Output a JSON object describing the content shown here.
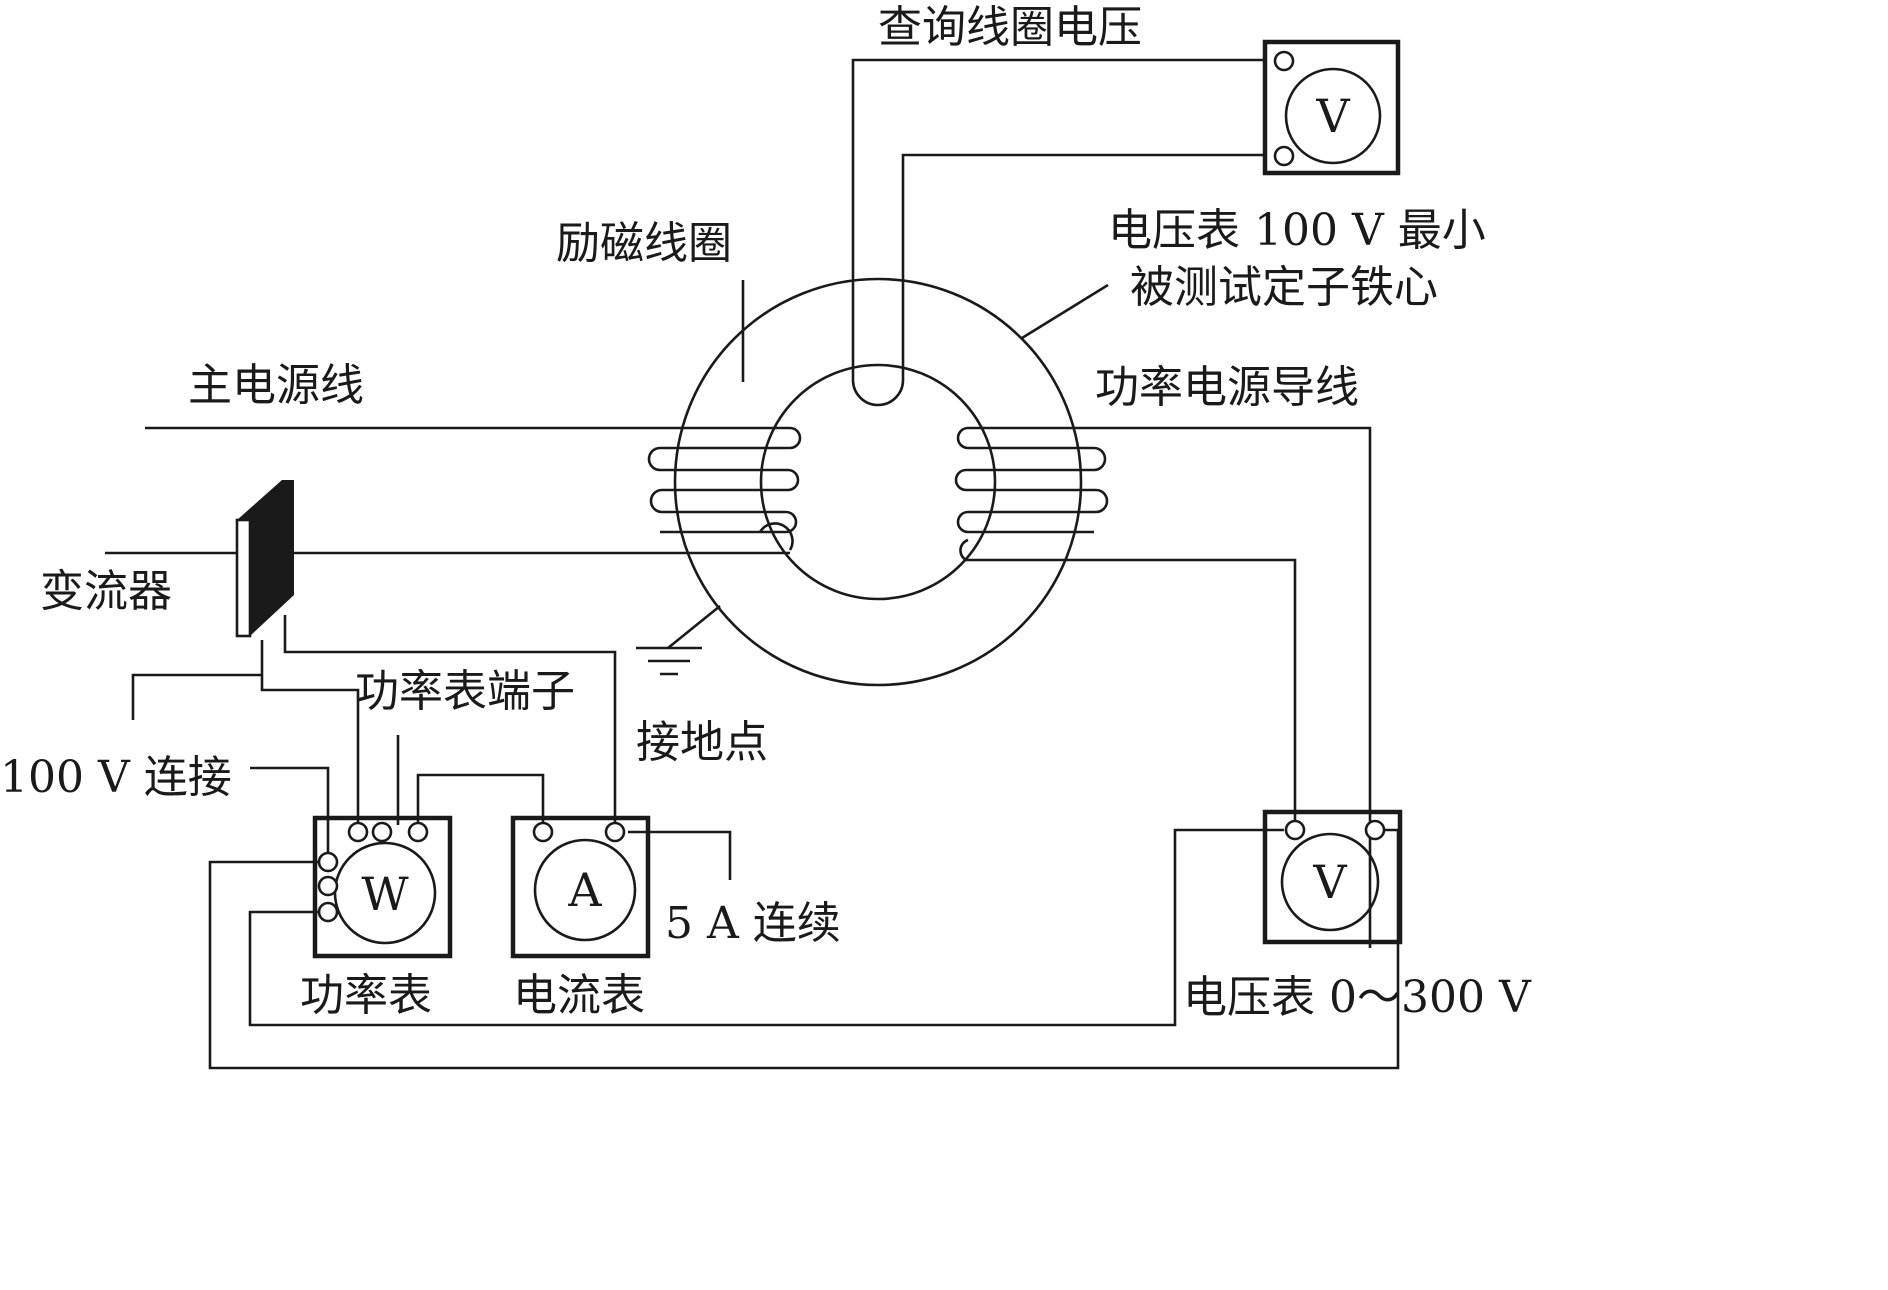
{
  "labels": {
    "query_coil_voltage": "查询线圈电压",
    "excitation_coil": "励磁线圈",
    "voltmeter_100v_line1": "电压表 100 V 最小",
    "voltmeter_100v_line2": "被测试定子铁心",
    "main_power_line": "主电源线",
    "power_supply_lead": "功率电源导线",
    "current_transformer": "变流器",
    "wattmeter_terminals": "功率表端子",
    "ground_point": "接地点",
    "connection_100v": "100 V 连接",
    "continuous_5a": "5 A 连续",
    "wattmeter": "功率表",
    "ammeter": "电流表",
    "voltmeter_0_300v": "电压表 0～300 V"
  },
  "meters": {
    "top_voltmeter_symbol": "V",
    "wattmeter_symbol": "W",
    "ammeter_symbol": "A",
    "right_voltmeter_symbol": "V"
  }
}
